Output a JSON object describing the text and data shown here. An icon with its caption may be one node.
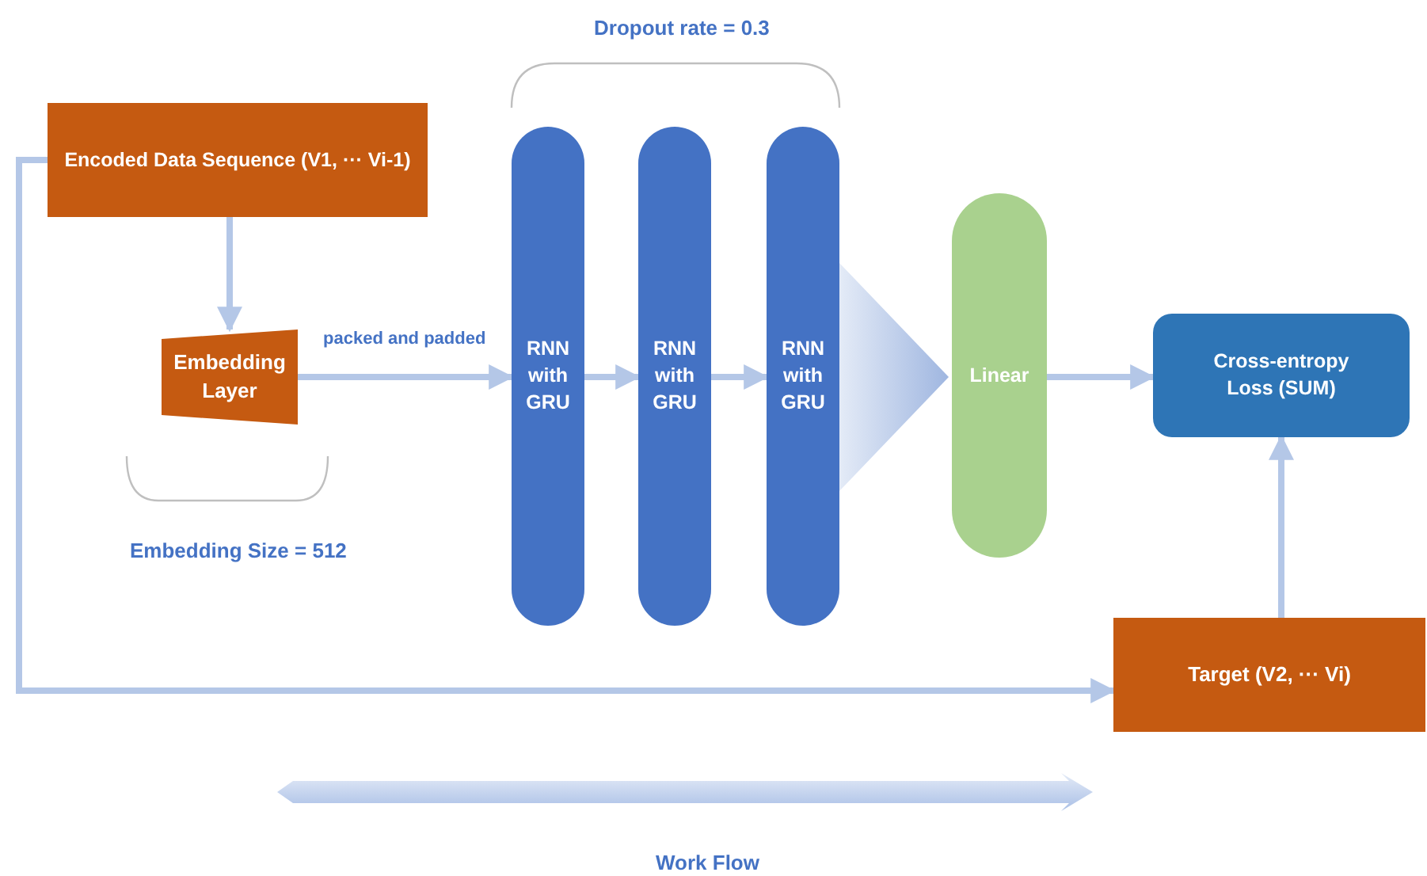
{
  "diagram": {
    "nodes": [
      {
        "text": [
          "Encoded Data Sequence (V1, ··· Vi-1)"
        ]
      },
      {
        "text": [
          "Embedding Layer"
        ]
      },
      {
        "text": [
          "RNN with GRU"
        ]
      },
      {
        "text": [
          "RNN with GRU"
        ]
      },
      {
        "text": [
          "RNN with GRU"
        ]
      },
      {
        "text": [
          "Linear"
        ]
      },
      {
        "text": [
          "Cross-entropy Loss (SUM)"
        ]
      },
      {
        "text": [
          "Target (V2, ··· Vi)"
        ]
      }
    ],
    "edges": [
      {
        "from": 0,
        "to": 1,
        "arrow": "to"
      },
      {
        "from": 1,
        "to": 2,
        "arrow": "to",
        "label": "packed and padded"
      },
      {
        "from": 2,
        "to": 3,
        "arrow": "to"
      },
      {
        "from": 3,
        "to": 4,
        "arrow": "to"
      },
      {
        "from": 4,
        "to": 5,
        "arrow": "to",
        "style": "thick"
      },
      {
        "from": 5,
        "to": 6,
        "arrow": "to"
      },
      {
        "from": 0,
        "to": 7,
        "arrow": "to"
      },
      {
        "from": 7,
        "to": 6,
        "arrow": "to"
      }
    ],
    "labels": [
      "Dropout rate = 0.3",
      "Embedding Size = 512",
      "Work Flow"
    ]
  }
}
